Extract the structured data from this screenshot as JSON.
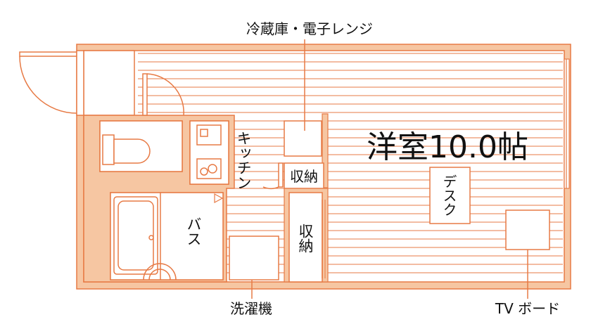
{
  "colors": {
    "wall": "#f6c6a2",
    "line": "#e77a45",
    "text": "#111111",
    "background": "#ffffff"
  },
  "labels": {
    "room_main": "洋室10.0帖",
    "fridge_microwave": "冷蔵庫・電子レンジ",
    "kitchen": "キッチン",
    "storage_small": "収納",
    "storage_tall": "収納",
    "desk": "デスク",
    "bath": "バス",
    "washing_machine": "洗濯機",
    "tv_board": "TV ボード"
  }
}
